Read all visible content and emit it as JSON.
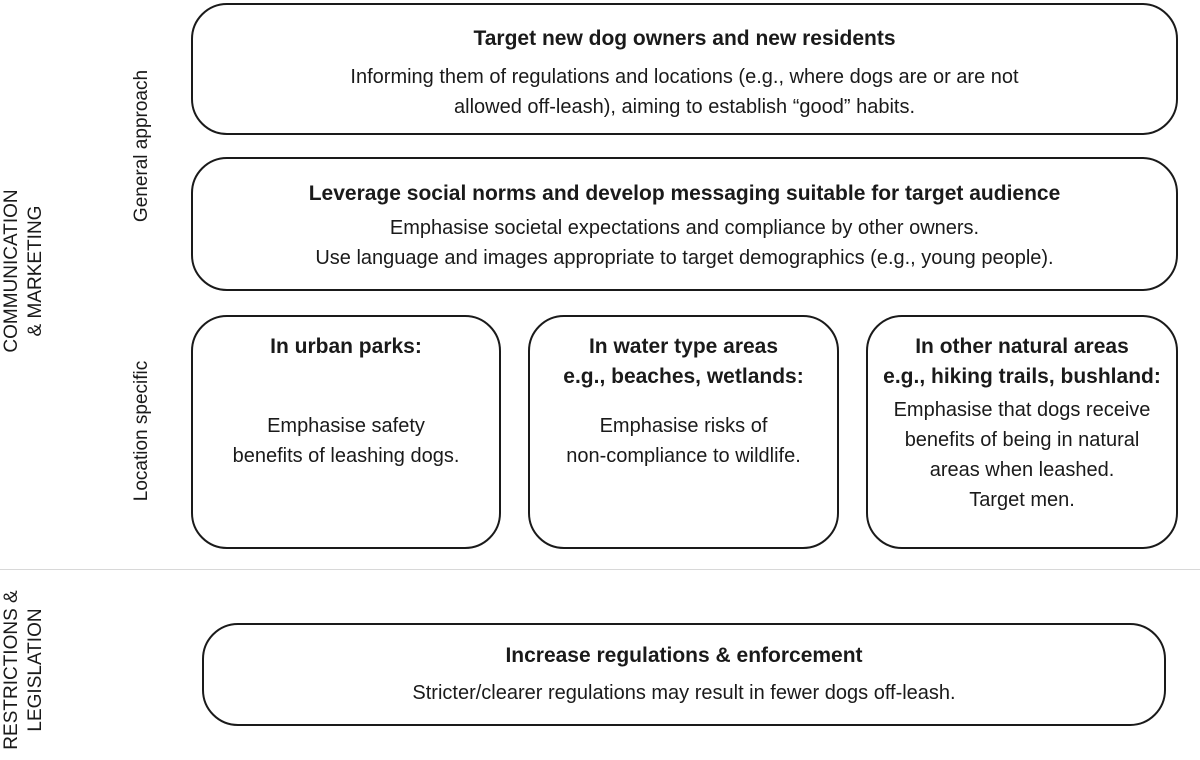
{
  "sections": {
    "communication": [
      "COMMUNICATION",
      "& MARKETING"
    ],
    "restrictions": [
      "RESTRICTIONS &",
      "LEGISLATION"
    ]
  },
  "subsections": {
    "general": "General approach",
    "location": "Location specific"
  },
  "boxes": {
    "new_owners": {
      "title": "Target new dog owners and new residents",
      "lines": [
        "Informing them of regulations and locations (e.g., where dogs are or are not",
        "allowed off-leash), aiming to establish “good” habits."
      ]
    },
    "social_norms": {
      "title": "Leverage social norms and develop messaging suitable for target audience",
      "lines": [
        "Emphasise societal expectations and compliance by other owners.",
        "Use language and images appropriate to target demographics (e.g., young people)."
      ]
    },
    "urban_parks": {
      "title": "In urban parks:",
      "lines": [
        "Emphasise safety",
        "benefits of leashing dogs."
      ]
    },
    "water_areas": {
      "title_lines": [
        "In water type areas",
        "e.g., beaches, wetlands:"
      ],
      "lines": [
        "Emphasise risks of",
        "non-compliance to wildlife."
      ]
    },
    "natural_areas": {
      "title_lines": [
        "In other natural areas",
        "e.g., hiking trails, bushland:"
      ],
      "lines": [
        "Emphasise that dogs receive",
        "benefits of being in natural",
        "areas when leashed.",
        "Target men."
      ]
    },
    "regulations": {
      "title": "Increase regulations & enforcement",
      "lines": [
        "Stricter/clearer regulations may result in fewer dogs off-leash."
      ]
    }
  }
}
